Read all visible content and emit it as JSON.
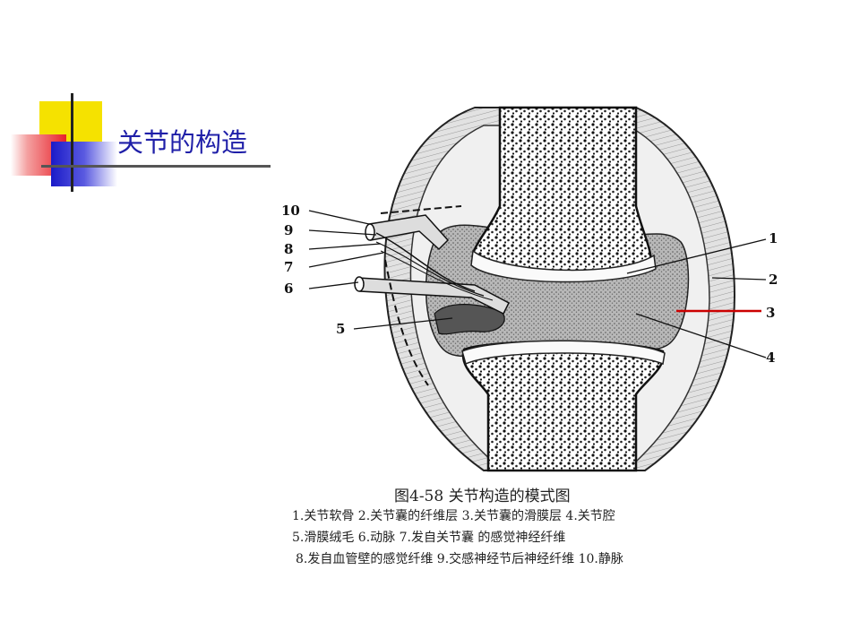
{
  "slide": {
    "title": "关节的构造"
  },
  "figure": {
    "caption": "图4-58    关节构造的模式图",
    "labels": [
      "1",
      "2",
      "3",
      "4",
      "5",
      "6",
      "7",
      "8",
      "9",
      "10"
    ],
    "legend": [
      "1.关节软骨   2.关节囊的纤维层   3.关节囊的滑膜层   4.关节腔",
      "5.滑膜绒毛   6.动脉   7.发自关节囊 的感觉神经纤维",
      "8.发自血管壁的感觉纤维   9.交感神经节后神经纤维   10.静脉"
    ],
    "highlight_color": "#cc0000"
  }
}
